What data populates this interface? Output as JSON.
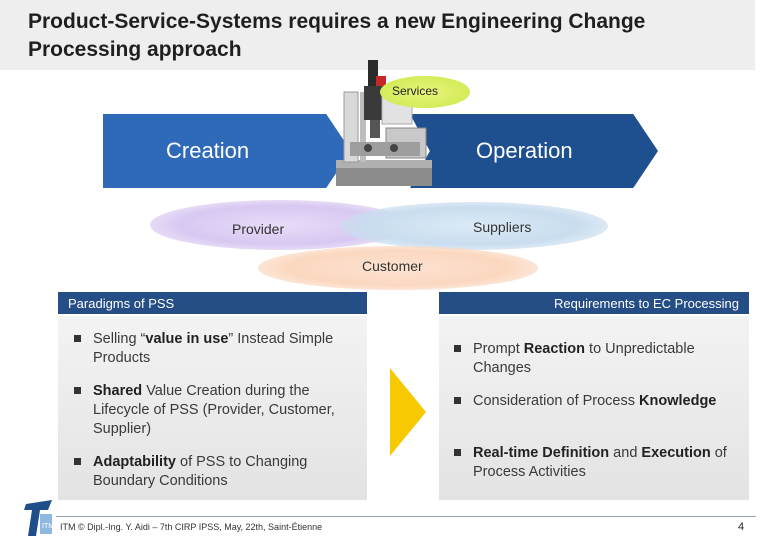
{
  "title": "Product-Service-Systems requires a new Engineering Change Processing approach",
  "diagram": {
    "services": "Services",
    "creation": "Creation",
    "operation": "Operation",
    "provider": "Provider",
    "suppliers": "Suppliers",
    "customer": "Customer"
  },
  "left_panel": {
    "header": "Paradigms of PSS",
    "items": [
      {
        "pre": "Selling “",
        "bold": "value in use",
        "post": "” Instead Simple Products"
      },
      {
        "pre": "",
        "bold": "Shared",
        "post": " Value Creation during the Lifecycle of PSS (Provider, Customer, Supplier)"
      },
      {
        "pre": "",
        "bold": "Adaptability",
        "post": " of PSS to Changing Boundary Conditions"
      }
    ]
  },
  "right_panel": {
    "header": "Requirements to EC Processing",
    "items": [
      {
        "pre": "Prompt ",
        "bold": "Reaction",
        "post": " to Unpredictable Changes"
      },
      {
        "pre": "Consideration of Process ",
        "bold": "Knowledge",
        "post": ""
      },
      {
        "pre": "",
        "bold": "Real-time Definition",
        "mid": " and ",
        "bold2": "Execution",
        "post": " of Process Activities"
      }
    ]
  },
  "footer": {
    "text": "ITM © Dipl.-Ing. Y. Aidi – 7th CIRP IPSS, May, 22th, Saint-Étienne",
    "page": "4"
  },
  "colors": {
    "creation_arrow": "#2f6ab8",
    "operation_arrow": "#1e4f8e",
    "panel_header": "#254e86",
    "transition_arrow": "#f6c900"
  },
  "icons": [
    "machine-image",
    "itm-logo",
    "bullet-square-icon",
    "transition-arrow-icon"
  ]
}
